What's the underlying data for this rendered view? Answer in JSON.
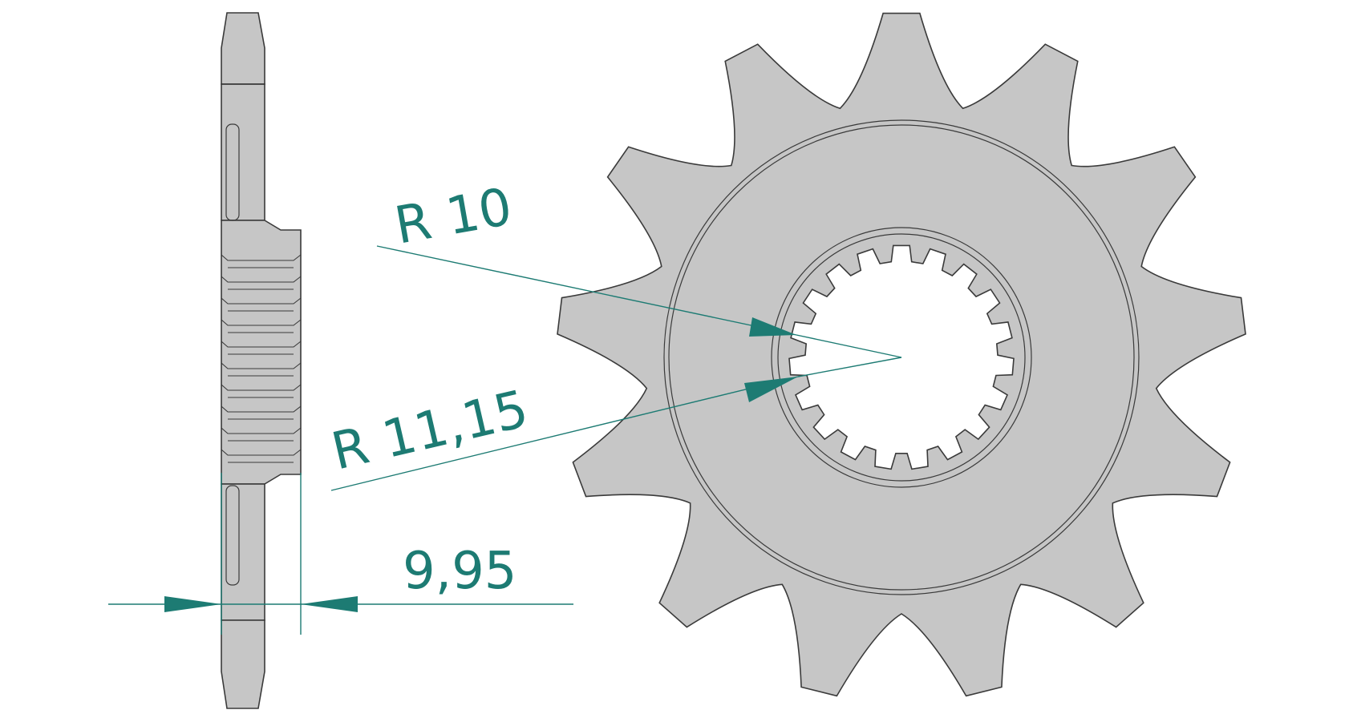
{
  "dimensions": {
    "radius_outer_label": "R  10",
    "radius_inner_label": "R  11,15",
    "thickness_label": "9,95"
  },
  "colors": {
    "part_fill": "#c6c6c6",
    "outline": "#3a3a3a",
    "dimension": "#1d7b73",
    "background": "#ffffff"
  },
  "sprocket": {
    "teeth": 13,
    "splines": 19
  }
}
